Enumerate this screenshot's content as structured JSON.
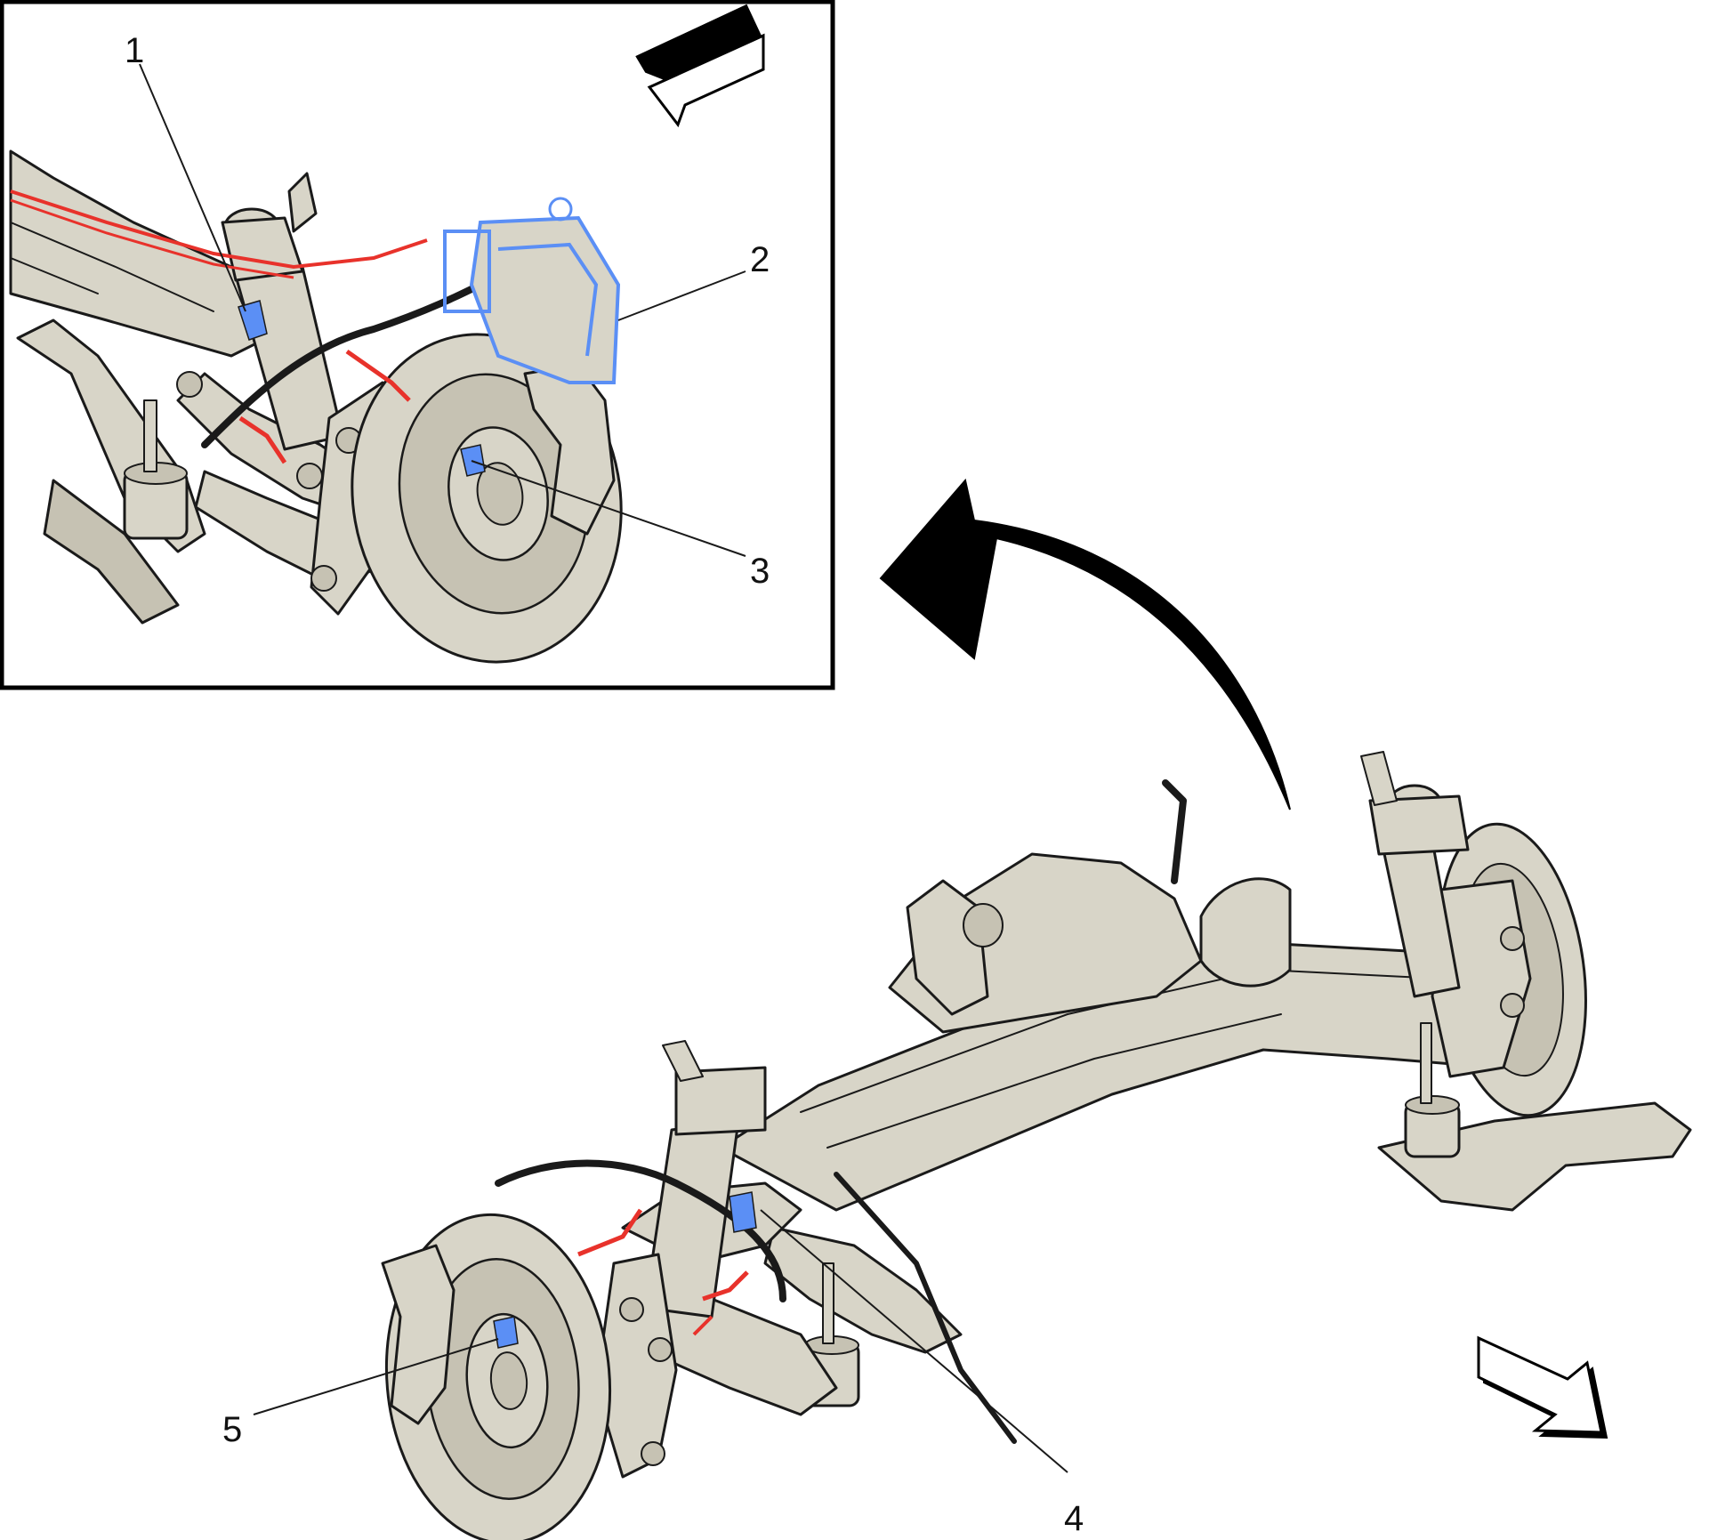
{
  "colors": {
    "part_fill": "#d8d5c8",
    "part_shadow": "#c6c2b3",
    "line": "#1a1a1a",
    "highlight_blue": "#5b8ff5",
    "highlight_red": "#e8322b",
    "arrow": "#000000",
    "frame": "#000000",
    "background": "#ffffff"
  },
  "callouts": [
    {
      "id": "1",
      "label": "1"
    },
    {
      "id": "2",
      "label": "2"
    },
    {
      "id": "3",
      "label": "3"
    },
    {
      "id": "4",
      "label": "4"
    },
    {
      "id": "5",
      "label": "5"
    }
  ],
  "icons": {
    "inset_direction_arrow": "forward-arrow-icon",
    "main_direction_arrow": "forward-arrow-icon",
    "curved_arrow": "curved-arrow-icon"
  }
}
